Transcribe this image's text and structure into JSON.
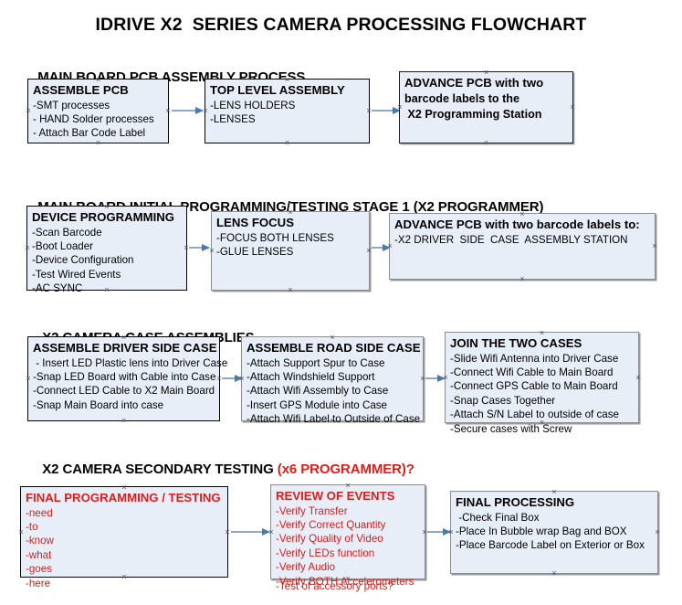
{
  "title": "IDRIVE X2  SERIES CAMERA PROCESSING FLOWCHART",
  "colors": {
    "box_fill": "#e8eef8",
    "box_border": "#000000",
    "connector_line": "#8fa9c4",
    "connector_arrow": "#4a79ab",
    "red_text": "#e01b1b",
    "background": "#ffffff"
  },
  "sections": [
    {
      "heading": "MAIN BOARD PCB ASSEMBLY PROCESS",
      "heading_red": "",
      "nodes": [
        {
          "title": "ASSEMBLE PCB",
          "lines": [
            "-SMT processes",
            "- HAND Solder processes",
            "- Attach Bar Code Label"
          ]
        },
        {
          "title": "TOP LEVEL ASSEMBLY",
          "lines": [
            "-LENS HOLDERS",
            "-LENSES"
          ]
        },
        {
          "title": "ADVANCE PCB with two",
          "lines": [
            "barcode labels to the",
            " X2 Programming Station"
          ]
        }
      ]
    },
    {
      "heading": "MAIN BOARD INITIAL PROGRAMMING/TESTING STAGE 1 (X2 PROGRAMMER)",
      "heading_red": "",
      "nodes": [
        {
          "title": "DEVICE PROGRAMMING",
          "lines": [
            "-Scan Barcode",
            "-Boot Loader",
            "-Device Configuration",
            "-Test Wired Events",
            "-AC SYNC"
          ]
        },
        {
          "title": "LENS FOCUS",
          "lines": [
            "-FOCUS BOTH LENSES",
            "-GLUE LENSES"
          ]
        },
        {
          "title": "ADVANCE PCB with two barcode labels to:",
          "lines": [
            "-X2 DRIVER  SIDE  CASE  ASSEMBLY STATION"
          ]
        }
      ]
    },
    {
      "heading": "X2 CAMERA CASE ASSEMBLIES",
      "heading_red": "",
      "nodes": [
        {
          "title": "ASSEMBLE DRIVER SIDE CASE",
          "lines": [
            " - Insert LED Plastic lens into Driver Case",
            "-Snap LED Board with Cable into Case",
            "-Connect LED Cable to X2 Main Board",
            "-Snap Main Board into case"
          ]
        },
        {
          "title": "ASSEMBLE ROAD SIDE CASE",
          "lines": [
            "-Attach Support Spur to Case",
            "-Attach Windshield Support",
            "-Attach Wifi Assembly to Case",
            "-Insert GPS Module into Case",
            "-Attach Wifi Label to Outside of Case"
          ]
        },
        {
          "title": "JOIN THE TWO CASES",
          "lines": [
            "-Slide Wifi Antenna into Driver Case",
            "-Connect Wifi Cable to Main Board",
            "-Connect GPS Cable to Main Board",
            "-Snap Cases Together",
            "-Attach S/N Label to outside of case",
            "-Secure cases with Screw"
          ]
        }
      ]
    },
    {
      "heading": "X2 CAMERA SECONDARY TESTING ",
      "heading_red": "(x6 PROGRAMMER)?",
      "nodes": [
        {
          "title": "FINAL PROGRAMMING / TESTING",
          "lines": [
            "-need",
            "-to",
            "-know",
            "-what",
            "-goes",
            "-here"
          ]
        },
        {
          "title": "REVIEW OF EVENTS",
          "lines": [
            "-Verify Transfer",
            "-Verify Correct Quantity",
            "-Verify Quality of Video",
            "-Verify LEDs function",
            "-Verify Audio",
            "-Verify BOTH Accelerometers"
          ],
          "overflow_line": "-Test of accessory ports?"
        },
        {
          "title": "FINAL PROCESSING",
          "lines": [
            " -Check Final Box",
            "-Place In Bubble wrap Bag and BOX",
            "-Place Barcode Label on Exterior or Box"
          ]
        }
      ]
    }
  ]
}
